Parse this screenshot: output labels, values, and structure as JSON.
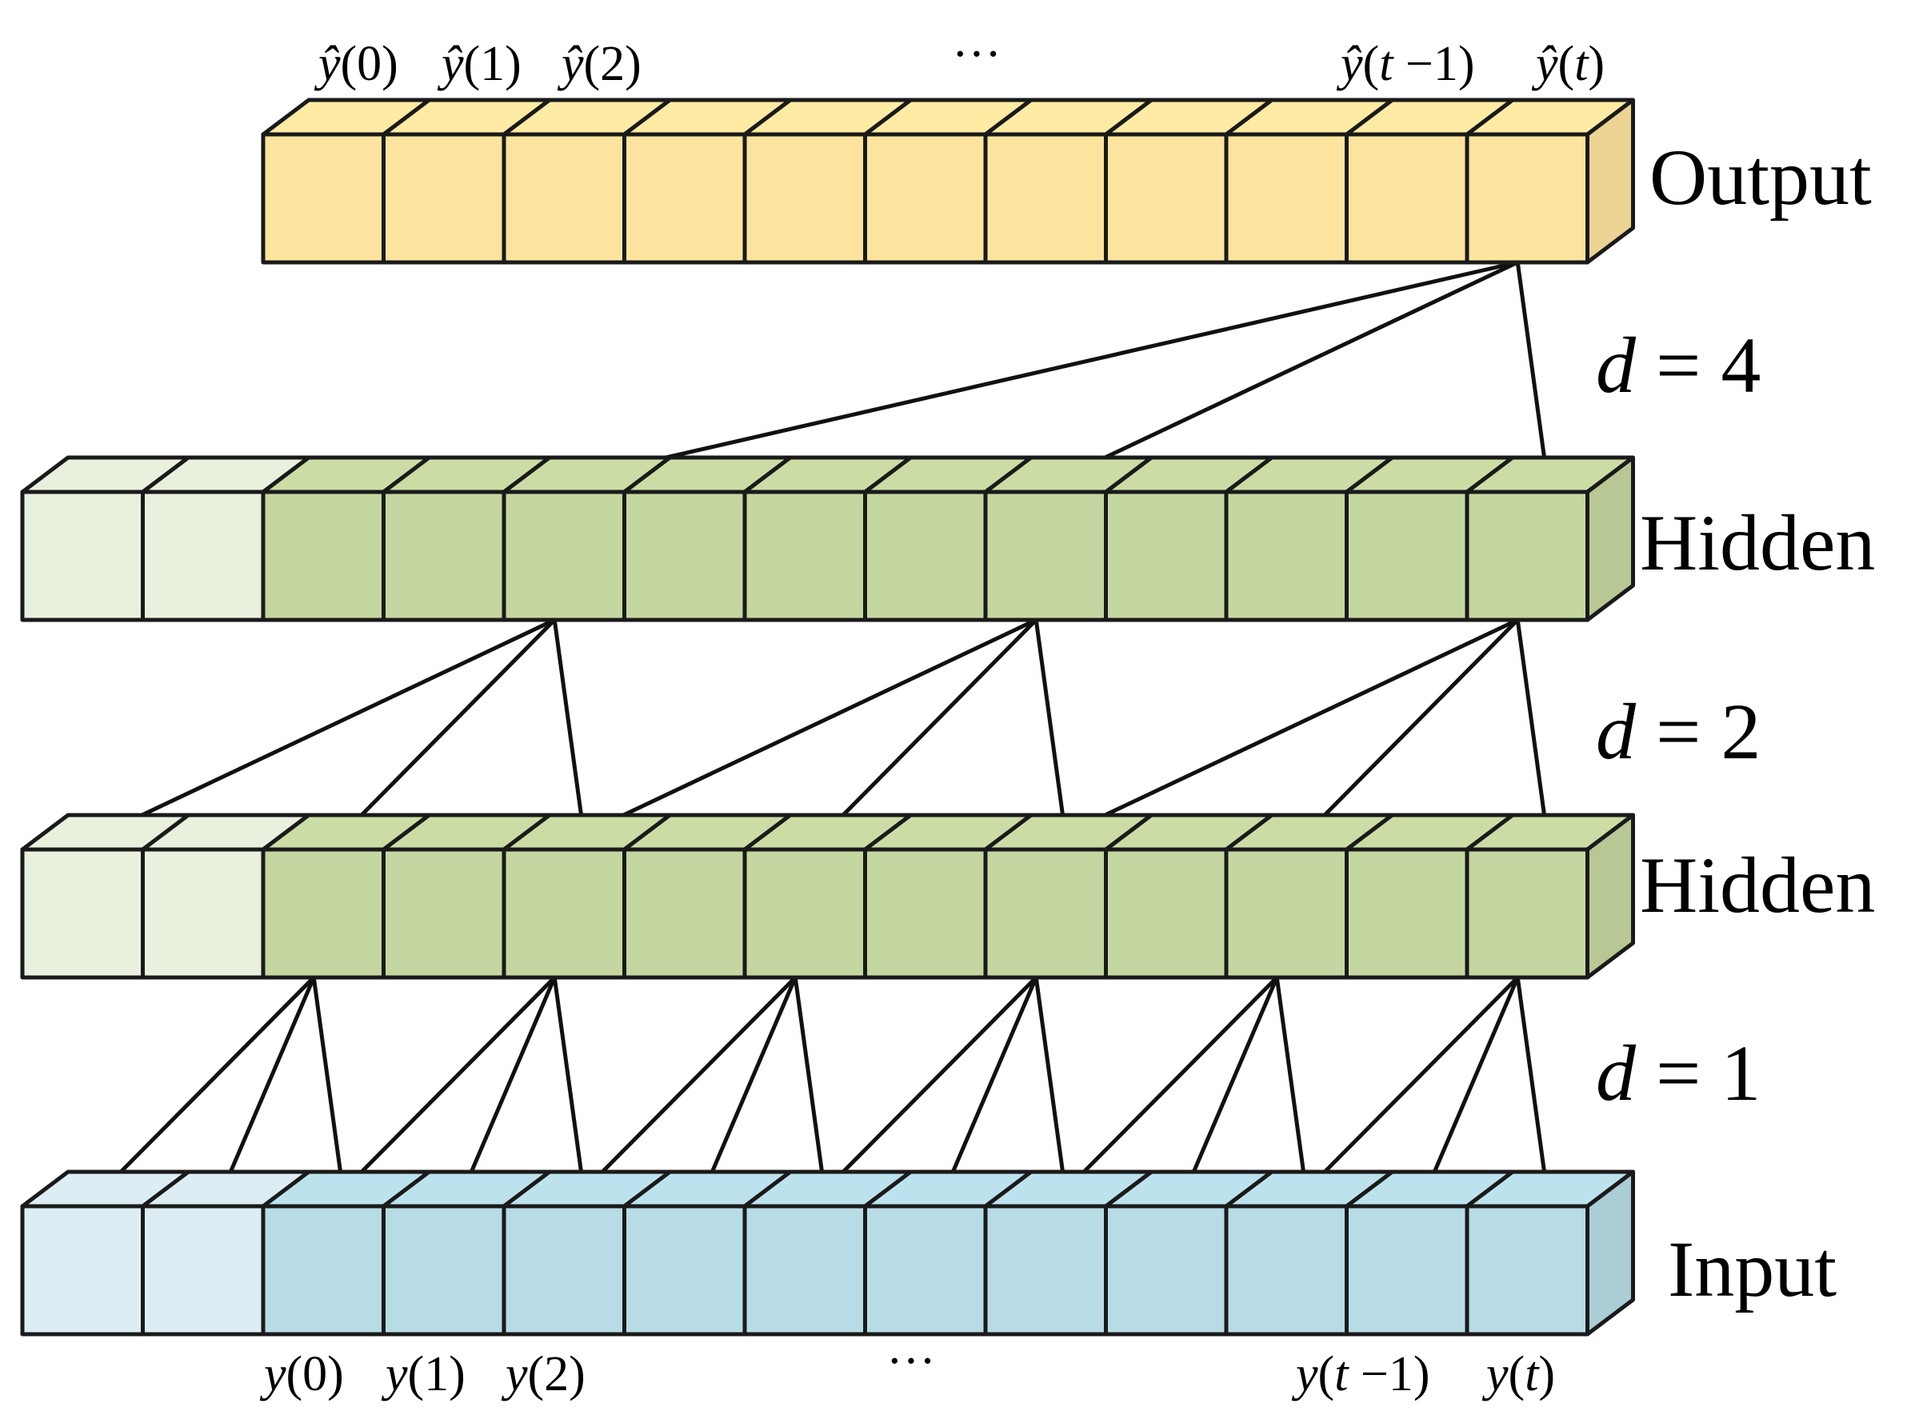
{
  "layers": [
    {
      "label": "Output",
      "start_index": 2,
      "padding_cells": 0,
      "colors": {
        "front": "#FDE49E",
        "top": "#FDE49E",
        "side": "#FDE49E"
      }
    },
    {
      "label": "Hidden",
      "start_index": 0,
      "padding_cells": 2,
      "colors": {
        "front": "#C5D7A0",
        "top": "#C5D7A0",
        "side": "#C5D7A0",
        "pad": "#EAF0DE"
      }
    },
    {
      "label": "Hidden",
      "start_index": 0,
      "padding_cells": 2,
      "colors": {
        "front": "#C5D7A0",
        "top": "#C5D7A0",
        "side": "#C5D7A0",
        "pad": "#EAF0DE"
      }
    },
    {
      "label": "Input",
      "start_index": 0,
      "padding_cells": 2,
      "colors": {
        "front": "#B7DCE6",
        "top": "#B7DCE6",
        "side": "#B7DCE6",
        "pad": "#DCEEF4"
      }
    }
  ],
  "total_cells": 13,
  "dilations": [
    {
      "var": "d",
      "op": " = ",
      "value": "4"
    },
    {
      "var": "d",
      "op": " = ",
      "value": "2"
    },
    {
      "var": "d",
      "op": " = ",
      "value": "1"
    }
  ],
  "output_labels": {
    "first": [
      {
        "var": "ŷ",
        "arg": "(0)"
      },
      {
        "var": "ŷ",
        "arg": "(1)"
      },
      {
        "var": "ŷ",
        "arg": "(2)"
      }
    ],
    "ellipsis": "···",
    "last": [
      {
        "var": "ŷ",
        "arg_pre": "(",
        "arg_var": "t",
        "arg_post": " −1)"
      },
      {
        "var": "ŷ",
        "arg_pre": "(",
        "arg_var": "t",
        "arg_post": ")"
      }
    ]
  },
  "input_labels": {
    "first": [
      {
        "var": "y",
        "arg": "(0)"
      },
      {
        "var": "y",
        "arg": "(1)"
      },
      {
        "var": "y",
        "arg": "(2)"
      }
    ],
    "ellipsis": "···",
    "last": [
      {
        "var": "y",
        "arg_pre": "(",
        "arg_var": "t",
        "arg_post": " −1)"
      },
      {
        "var": "y",
        "arg_pre": "(",
        "arg_var": "t",
        "arg_post": ")"
      }
    ]
  },
  "colors": {
    "stroke": "#1a1a1a",
    "connection": "#111111"
  }
}
